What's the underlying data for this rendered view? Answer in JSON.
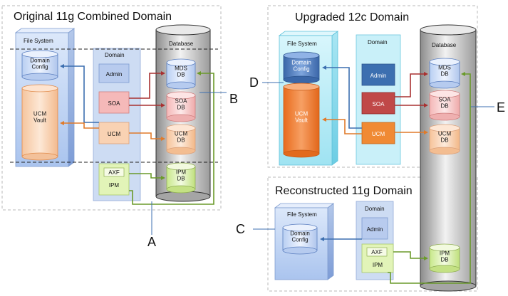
{
  "panels": {
    "original": {
      "title": "Original 11g Combined Domain",
      "file_system": "File System",
      "domain": "Domain",
      "database": "Database",
      "domain_config": "Domain\nConfig",
      "ucm_vault": "UCM\nVault",
      "admin": "Admin",
      "soa": "SOA",
      "ucm": "UCM",
      "axf": "AXF",
      "ipm": "IPM",
      "db_mds": "MDS\nDB",
      "db_soa": "SOA\nDB",
      "db_ucm": "UCM\nDB",
      "db_ipm": "IPM\nDB"
    },
    "upgraded": {
      "title": "Upgraded 12c Domain",
      "file_system": "File System",
      "domain": "Domain",
      "database": "Database",
      "domain_config": "Domain\nConfig",
      "ucm_vault": "UCM\nVault",
      "admin": "Admin",
      "soa": "SOA",
      "ucm": "UCM",
      "db_mds": "MDS\nDB",
      "db_soa": "SOA\nDB",
      "db_ucm": "UCM\nDB"
    },
    "reconstructed": {
      "title": "Reconstructed 11g Domain",
      "file_system": "File System",
      "domain": "Domain",
      "domain_config": "Domain\nConfig",
      "admin": "Admin",
      "axf": "AXF",
      "ipm": "IPM",
      "db_ipm": "IPM\nDB"
    }
  },
  "callouts": {
    "a": "A",
    "b": "B",
    "c": "C",
    "d": "D",
    "e": "E"
  },
  "colors": {
    "mds_blue": "#3c6fb0",
    "soa_red": "#a83030",
    "ucm_orange": "#e07a2a",
    "ipm_green": "#6a9a2a"
  }
}
